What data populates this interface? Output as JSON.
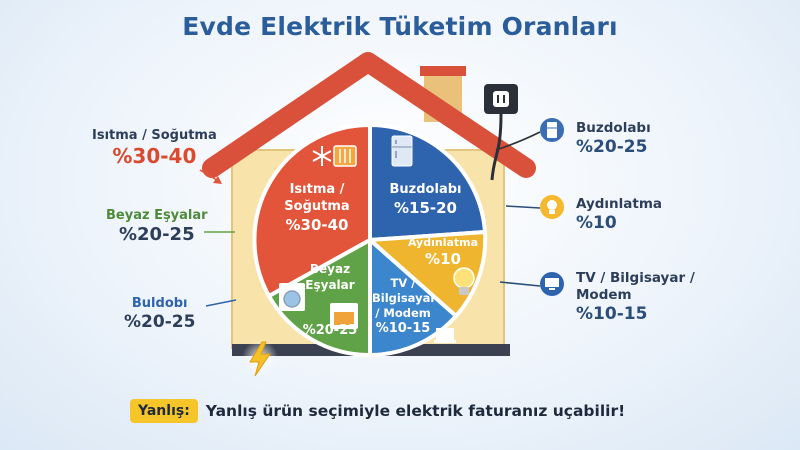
{
  "title": "Evde Elektrik Tüketim Oranları",
  "left_labels": [
    {
      "name": "Isıtma / Soğutma",
      "value": "%30-40"
    },
    {
      "name": "Beyaz Eşyalar",
      "value": "%20-25"
    },
    {
      "name": "Buldobı",
      "value": "%20-25"
    }
  ],
  "right_labels": [
    {
      "name": "Buzdolabı",
      "value": "%20-25"
    },
    {
      "name": "Aydınlatma",
      "value": "%10"
    },
    {
      "name": "TV / Bilgisayar / Modem",
      "value": "%10-15"
    }
  ],
  "pie_labels": {
    "heating": {
      "name": "Isıtma / Soğutma",
      "value": "%30-40"
    },
    "fridge": {
      "name": "Buzdolabı",
      "value": "%15-20"
    },
    "lighting": {
      "name": "Aydınlatma",
      "value": "%10"
    },
    "tv": {
      "name": "TV / Bilgisayar / Modem",
      "value": "%10-15"
    },
    "appliances": {
      "name": "Beyaz Eşyalar",
      "value": "%20-25"
    }
  },
  "warning": {
    "tag": "Yanlış:",
    "text": "Yanlış ürün seçimiyle elektrik faturanız uçabilir!"
  },
  "colors": {
    "heating": "#e2553a",
    "fridge": "#2e63ad",
    "lighting": "#f0b52e",
    "tv": "#3b86cc",
    "appliances": "#5fa247",
    "roof": "#d9513a",
    "wall": "#f7e1a6",
    "title": "#2b5d9b"
  },
  "icons": [
    "snowflake-icon",
    "heater-icon",
    "fridge-icon",
    "lightbulb-icon",
    "washing-machine-icon",
    "oven-icon",
    "laptop-icon",
    "plug-socket-icon",
    "lightning-icon",
    "monitor-icon"
  ]
}
